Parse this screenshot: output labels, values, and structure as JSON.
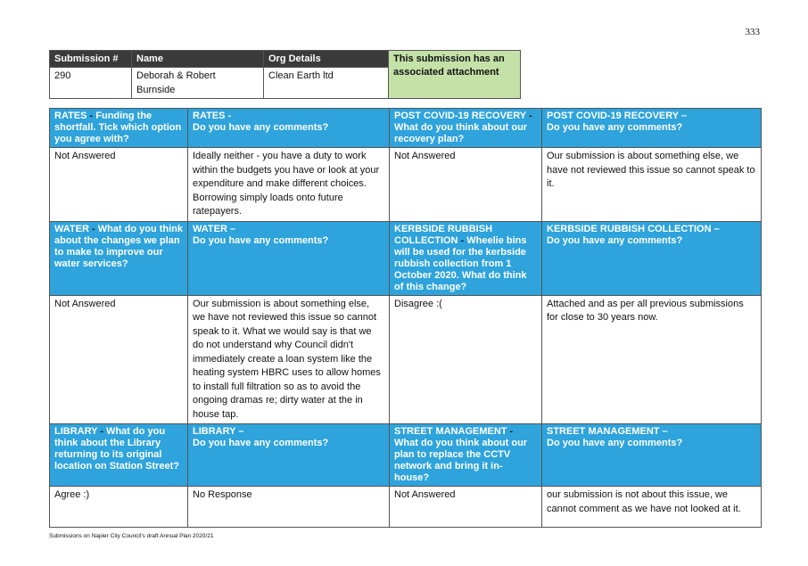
{
  "page_number": "333",
  "submission": {
    "headers": [
      "Submission #",
      "Name",
      "Org Details"
    ],
    "number": "290",
    "name_line1": "Deborah & Robert",
    "name_line2": "Burnside",
    "org": "Clean Earth ltd",
    "attachment_note": "This submission has an associated attachment"
  },
  "rows": [
    {
      "q": [
        {
          "label": "RATES",
          "sep": " - ",
          "text": "Funding the shortfall. Tick which option you agree with?"
        },
        {
          "label": "RATES -",
          "sep": "",
          "text": "Do you have any comments?"
        },
        {
          "label": "POST COVID-19 RECOVERY",
          "sep": " - ",
          "text": "What do you think about our recovery plan?"
        },
        {
          "label": "POST COVID-19 RECOVERY –",
          "sep": "",
          "text": "Do you have any comments?"
        }
      ],
      "a": [
        "Not Answered",
        "Ideally neither - you have a duty to work within the budgets you have or look at your expenditure and make different choices. Borrowing simply loads onto future ratepayers.",
        "Not Answered",
        "Our submission is about something else, we have not reviewed this issue so cannot speak to it."
      ]
    },
    {
      "q": [
        {
          "label": "WATER",
          "sep": " - ",
          "text": "What do you think about the changes we plan to make to improve our water services?"
        },
        {
          "label": "WATER –",
          "sep": "",
          "text": "Do you have any comments?"
        },
        {
          "label": "KERBSIDE RUBBISH COLLECTION",
          "sep": " - ",
          "text": "Wheelie bins will be used for the kerbside rubbish collection from 1 October 2020. What do think of this change?"
        },
        {
          "label": "KERBSIDE RUBBISH COLLECTION –",
          "sep": "",
          "text": "Do you have any comments?"
        }
      ],
      "a": [
        "Not Answered",
        "Our submission is about something else, we have not reviewed this issue so cannot speak to it. What we would say is that we do not understand why Council didn't immediately create a loan system like the heating system HBRC uses to allow homes to install full filtration so as to avoid the ongoing dramas re; dirty water at the in house tap.",
        "Disagree :(",
        "Attached and as per all previous submissions for close to 30 years now."
      ]
    },
    {
      "q": [
        {
          "label": "LIBRARY",
          "sep": " - ",
          "text": "What do you think about the Library returning to its original location on Station Street?"
        },
        {
          "label": "LIBRARY –",
          "sep": "",
          "text": "Do you have any comments?"
        },
        {
          "label": "STREET MANAGEMENT",
          "sep": " - ",
          "text": "What do you think about our plan to replace the CCTV network and bring it in-house?"
        },
        {
          "label": "STREET MANAGEMENT –",
          "sep": "",
          "text": "Do you have any comments?"
        }
      ],
      "a": [
        "Agree :)",
        "No Response",
        "Not Answered",
        "our submission is not about this issue, we cannot comment as we have not looked at it."
      ]
    }
  ],
  "footer": "Submissions on Napier City Council's draft Annual Plan 2020/21"
}
